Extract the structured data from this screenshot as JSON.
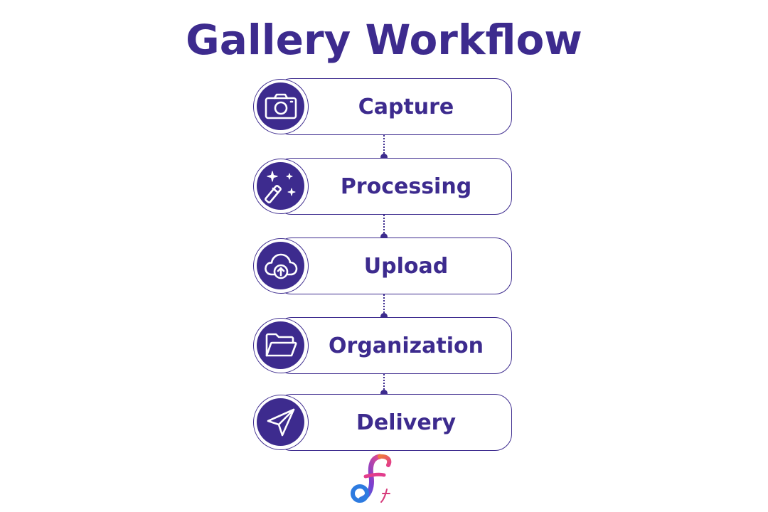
{
  "title": "Gallery Workflow",
  "steps": [
    {
      "label": "Capture",
      "icon": "camera-icon"
    },
    {
      "label": "Processing",
      "icon": "magic-wand-icon"
    },
    {
      "label": "Upload",
      "icon": "cloud-upload-icon"
    },
    {
      "label": "Organization",
      "icon": "folder-icon"
    },
    {
      "label": "Delivery",
      "icon": "send-icon"
    }
  ],
  "colors": {
    "primary": "#3d2b8e",
    "background": "#ffffff"
  }
}
